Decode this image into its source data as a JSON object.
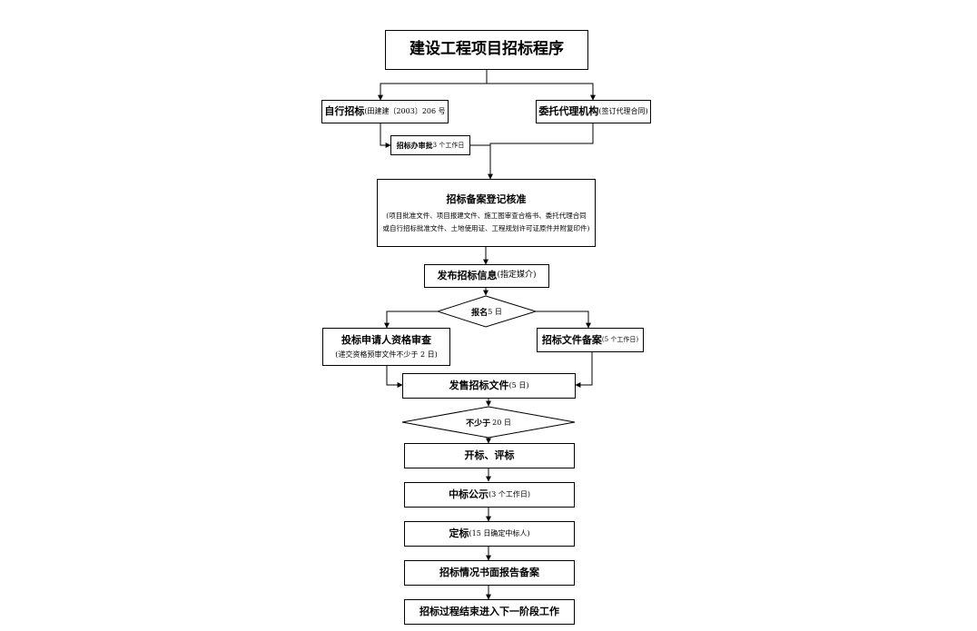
{
  "title": "建设工程项目招标程序",
  "self_tender": {
    "label": "自行招标",
    "note": "(田建建〔2003〕206 号"
  },
  "entrust_agency": {
    "label": "委托代理机构",
    "note": "(签订代理合同)"
  },
  "approval": {
    "label": "招标办审批",
    "note": "3 个工作日"
  },
  "registration": {
    "label": "招标备案登记核准",
    "line1": "(项目批准文件、项目报建文件、施工图审查合格书、委托代理合同",
    "line2": "或自行招标批准文件、土地使用证、工程规划许可证原件并附复印件)"
  },
  "publish": {
    "label": "发布招标信息",
    "note": "(指定媒介)"
  },
  "signup": {
    "label": "报名",
    "note": "5 日"
  },
  "qualification": {
    "label": "投标申请人资格审查",
    "note": "(递交资格预审文件不少于 2 日)"
  },
  "doc_filing": {
    "label": "招标文件备案",
    "note": "(5 个工作日)"
  },
  "sell_docs": {
    "label": "发售招标文件",
    "note": "(5 日)"
  },
  "min_days": {
    "label": "不少于",
    "note": "20 日"
  },
  "bid_open": {
    "label": "开标、评标"
  },
  "publicity": {
    "label": "中标公示",
    "note": "(3 个工作日)"
  },
  "award": {
    "label": "定标",
    "note": "(15 日确定中标人)"
  },
  "report": {
    "label": "招标情况书面报告备案"
  },
  "finish": {
    "label": "招标过程结束进入下一阶段工作"
  }
}
